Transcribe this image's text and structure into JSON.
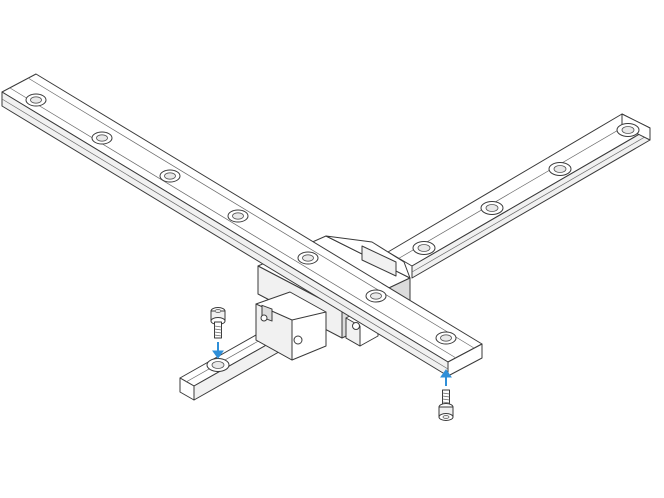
{
  "figure": {
    "background": "#ffffff",
    "line_color": "#3a3a3a",
    "arrow_color": "#2f8fd8"
  },
  "parts": {
    "long_rail": "linear-guide-rail",
    "cross_rail": "linear-guide-rail",
    "carriage": "linear-guide-carriage",
    "short_rail": "linear-guide-rail",
    "screws": [
      "socket-head-cap-screw",
      "socket-head-cap-screw"
    ],
    "arrows": [
      "down",
      "up"
    ]
  }
}
